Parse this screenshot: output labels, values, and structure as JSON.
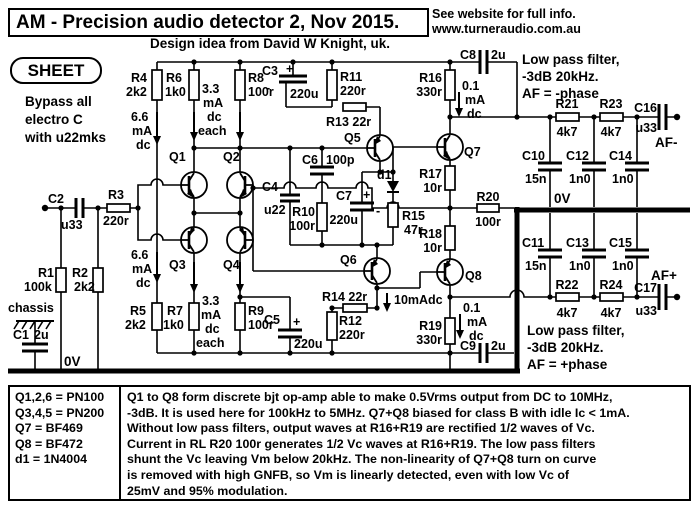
{
  "header": {
    "title": "AM - Precision audio detector 2, Nov 2015.",
    "website_line1": "See website for full info.",
    "website_line2": "www.turneraudio.com.au",
    "credit": "Design idea from David W Knight, uk.",
    "sheet": "SHEET"
  },
  "notes": {
    "bypass": [
      "Bypass all",
      "electro C",
      "with u22mks"
    ],
    "lpf_top": [
      "Low pass filter,",
      "-3dB 20kHz.",
      "AF = -phase"
    ],
    "lpf_bottom": [
      "Low pass filter,",
      "-3dB 20kHz.",
      "AF = +phase"
    ],
    "ov_top": "0V",
    "ov_bottom": "0V",
    "chassis": "chassis"
  },
  "io": {
    "af_minus": "AF-",
    "af_plus": "AF+"
  },
  "currents": {
    "i66": [
      "6.6",
      "mA",
      "dc"
    ],
    "i33": [
      "3.3",
      "mA",
      "dc",
      "each"
    ],
    "i01": [
      "0.1",
      "mA",
      "dc"
    ],
    "i10": "10mAdc"
  },
  "symbols": {
    "plus": "+",
    "minus": "-"
  },
  "components": {
    "r1": {
      "ref": "R1",
      "val": "100k"
    },
    "r2": {
      "ref": "R2",
      "val": "2k2"
    },
    "r3": {
      "ref": "R3",
      "val": "220r"
    },
    "r4": {
      "ref": "R4",
      "val": "2k2"
    },
    "r5": {
      "ref": "R5",
      "val": "2k2"
    },
    "r6": {
      "ref": "R6",
      "val": "1k0"
    },
    "r7": {
      "ref": "R7",
      "val": "1k0"
    },
    "r8": {
      "ref": "R8",
      "val": "100r"
    },
    "r9": {
      "ref": "R9",
      "val": "100r"
    },
    "r10": {
      "ref": "R10",
      "val": "100r"
    },
    "r11": {
      "ref": "R11",
      "val": "220r"
    },
    "r12": {
      "ref": "R12",
      "val": "220r"
    },
    "r13": {
      "label": "R13 22r"
    },
    "r14": {
      "label": "R14 22r"
    },
    "r15": {
      "ref": "R15",
      "val": "47r"
    },
    "r16": {
      "ref": "R16",
      "val": "330r"
    },
    "r17": {
      "ref": "R17",
      "val": "10r"
    },
    "r18": {
      "ref": "R18",
      "val": "10r"
    },
    "r19": {
      "ref": "R19",
      "val": "330r"
    },
    "r20": {
      "ref": "R20",
      "val": "100r"
    },
    "r21": {
      "ref": "R21",
      "val": "4k7"
    },
    "r22": {
      "ref": "R22",
      "val": "4k7"
    },
    "r23": {
      "ref": "R23",
      "val": "4k7"
    },
    "r24": {
      "ref": "R24",
      "val": "4k7"
    },
    "c1": {
      "ref": "C1",
      "val": "2u"
    },
    "c2": {
      "ref": "C2",
      "val": "u33"
    },
    "c3": {
      "ref": "C3",
      "val": "220u"
    },
    "c4": {
      "ref": "C4",
      "val": "u22"
    },
    "c5": {
      "ref": "C5",
      "val": "220u"
    },
    "c6": {
      "ref": "C6",
      "val": "100p"
    },
    "c7": {
      "ref": "C7",
      "val": "220u"
    },
    "c8": {
      "ref": "C8",
      "val": "2u"
    },
    "c9": {
      "ref": "C9",
      "val": "2u"
    },
    "c10": {
      "ref": "C10",
      "val": "15n"
    },
    "c11": {
      "ref": "C11",
      "val": "15n"
    },
    "c12": {
      "ref": "C12",
      "val": "1n0"
    },
    "c13": {
      "ref": "C13",
      "val": "1n0"
    },
    "c14": {
      "ref": "C14",
      "val": "1n0"
    },
    "c15": {
      "ref": "C15",
      "val": "1n0"
    },
    "c16": {
      "ref": "C16",
      "val": "u33"
    },
    "c17": {
      "ref": "C17",
      "val": "u33"
    },
    "d1": {
      "label": "d1"
    }
  },
  "transistors": {
    "q1": "Q1",
    "q2": "Q2",
    "q3": "Q3",
    "q4": "Q4",
    "q5": "Q5",
    "q6": "Q6",
    "q7": "Q7",
    "q8": "Q8"
  },
  "table": {
    "parts": [
      "Q1,2,6 = PN100",
      "Q3,4,5 = PN200",
      "Q7 = BF469",
      "Q8 = BF472",
      "d1 = 1N4004"
    ],
    "description": [
      "Q1 to Q8 form discrete bjt op-amp able to make 0.5Vrms output from DC to 10MHz,",
      "-3dB. It is used here for 100kHz to 5MHz. Q7+Q8 biased for class B with idle Ic < 1mA.",
      "Without low pass filters, output waves at R16+R19 are rectified 1/2 waves of Vc.",
      "Current in RL R20 100r generates 1/2 Vc waves at R16+R19. The low pass filters",
      "shunt the Vc leaving Vm below 20kHz. The non-linearity of Q7+Q8 turn on curve",
      "is removed with high GNFB, so Vm is linearly detected, even with low Vc of",
      "25mV and 95% modulation."
    ]
  }
}
